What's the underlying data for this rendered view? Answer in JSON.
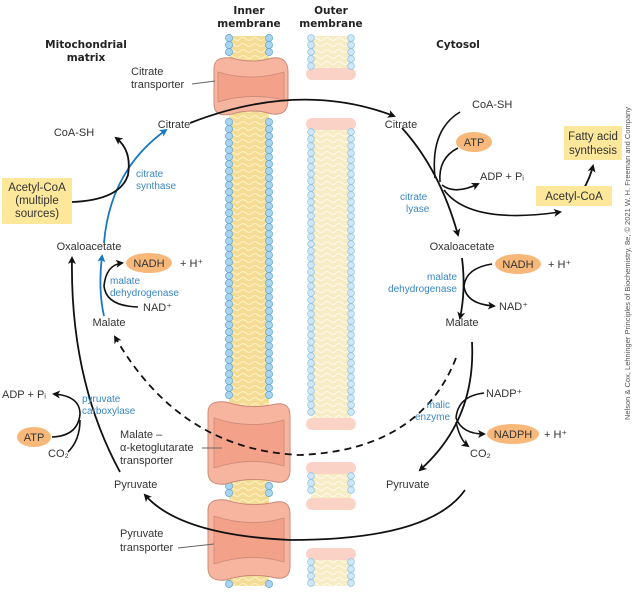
{
  "headers": {
    "matrix": [
      "Mitochondrial",
      "matrix"
    ],
    "inner_membrane": [
      "Inner",
      "membrane"
    ],
    "outer_membrane": [
      "Outer",
      "membrane"
    ],
    "cytosol": "Cytosol"
  },
  "transporters": {
    "citrate": [
      "Citrate",
      "transporter"
    ],
    "malate_akg": [
      "Malate –",
      "α-ketoglutarate",
      "transporter"
    ],
    "pyruvate": [
      "Pyruvate",
      "transporter"
    ]
  },
  "matrix": {
    "coa_sh": "CoA-SH",
    "citrate": "Citrate",
    "citrate_synthase": [
      "citrate",
      "synthase"
    ],
    "acetyl_coa_box": [
      "Acetyl-CoA",
      "(multiple",
      "sources)"
    ],
    "oxaloacetate": "Oxaloacetate",
    "nadh": "NADH",
    "h_plus": "+ H⁺",
    "malate_dehydrogenase": [
      "malate",
      "dehydrogenase"
    ],
    "nad_plus": "NAD⁺",
    "malate": "Malate",
    "adp_pi": "ADP + Pᵢ",
    "pyruvate_carboxylase": [
      "pyruvate",
      "carboxylase"
    ],
    "atp": "ATP",
    "co2": "CO₂",
    "pyruvate": "Pyruvate"
  },
  "cytosol": {
    "citrate": "Citrate",
    "coa_sh": "CoA-SH",
    "atp": "ATP",
    "adp_pi": "ADP + Pᵢ",
    "citrate_lyase": [
      "citrate",
      "lyase"
    ],
    "fatty_acid_box": [
      "Fatty acid",
      "synthesis"
    ],
    "acetyl_coa_box": "Acetyl-CoA",
    "oxaloacetate": "Oxaloacetate",
    "nadh": "NADH",
    "h_plus": "+ H⁺",
    "malate_dehydrogenase": [
      "malate",
      "dehydrogenase"
    ],
    "nad_plus": "NAD⁺",
    "malate": "Malate",
    "nadp_plus": "NADP⁺",
    "malic_enzyme": [
      "malic",
      "enzyme"
    ],
    "nadph": "NADPH",
    "h_plus_2": "+ H⁺",
    "co2": "CO₂",
    "pyruvate": "Pyruvate"
  },
  "credit": "Nelson & Cox, Lehninger Principles of Biochemistry, 8e, © 2021 W. H. Freeman and Company",
  "colors": {
    "enzyme_blue": "#3a86c4",
    "oval_orange": "#f7b87a",
    "box_yellow": "#fce79b",
    "transporter_pink": "#f7b5a0",
    "lipid_head_blue": "#a9d4ef",
    "lipid_tail_yellow": "#f4dc94"
  }
}
